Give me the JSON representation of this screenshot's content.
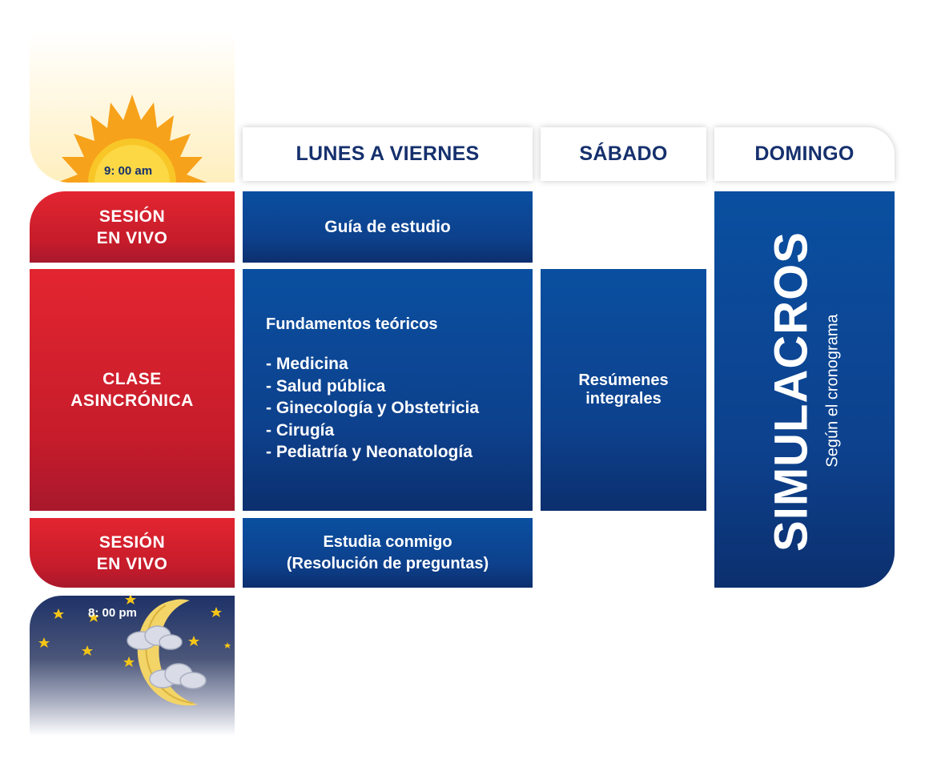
{
  "times": {
    "morning": "9: 00 am",
    "night": "8: 00 pm"
  },
  "headers": {
    "lunes": "LUNES A VIERNES",
    "sabado": "SÁBADO",
    "domingo": "DOMINGO"
  },
  "rows": {
    "sesion1": {
      "line1": "SESIÓN",
      "line2": "EN VIVO"
    },
    "clase": {
      "line1": "CLASE",
      "line2": "ASINCRÓNICA"
    },
    "sesion2": {
      "line1": "SESIÓN",
      "line2": "EN VIVO"
    }
  },
  "cells": {
    "guia": "Guía de estudio",
    "fundamentos": {
      "title": "Fundamentos teóricos",
      "items": [
        "- Medicina",
        "- Salud pública",
        "- Ginecología y Obstetricia",
        "- Cirugía",
        "- Pediatría y Neonatología"
      ]
    },
    "resumenes": {
      "line1": "Resúmenes",
      "line2": "integrales"
    },
    "estudia": {
      "line1": "Estudia conmigo",
      "line2": "(Resolución de preguntas)"
    },
    "simulacros": {
      "title": "SIMULACROS",
      "subtitle": "Según el cronograma"
    }
  },
  "colors": {
    "navy_text": "#15306d",
    "red": "#d42130",
    "blue": "#0d418d",
    "sun": "#f9b91c"
  },
  "icons": {
    "morning": "sun-icon",
    "night": "moon-icon"
  }
}
